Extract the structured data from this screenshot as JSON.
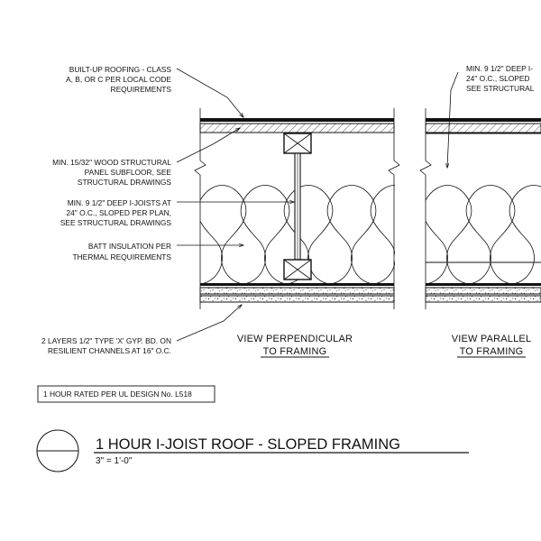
{
  "notes_left": {
    "roofing": [
      "BUILT-UP ROOFING - CLASS",
      "A, B, OR C PER LOCAL CODE",
      "REQUIREMENTS"
    ],
    "subfloor": [
      "MIN. 15/32\" WOOD STRUCTURAL",
      "PANEL SUBFLOOR, SEE",
      "STRUCTURAL DRAWINGS"
    ],
    "joists": [
      "MIN. 9 1/2\" DEEP I-JOISTS AT",
      "24\" O.C., SLOPED PER PLAN,",
      "SEE STRUCTURAL DRAWINGS"
    ],
    "insulation": [
      "BATT INSULATION PER",
      "THERMAL REQUIREMENTS"
    ],
    "gypsum": [
      "2 LAYERS 1/2\" TYPE 'X' GYP. BD. ON",
      "RESILIENT CHANNELS AT 16\" O.C."
    ]
  },
  "notes_right": {
    "joists": [
      "MIN. 9 1/2\" DEEP I-",
      "24\" O.C., SLOPED",
      "SEE STRUCTURAL"
    ]
  },
  "views": {
    "perpendicular": [
      "VIEW PERPENDICULAR",
      "TO FRAMING"
    ],
    "parallel": [
      "VIEW PARALLEL",
      "TO FRAMING"
    ]
  },
  "rating_box": "1 HOUR RATED PER UL DESIGN No. L518",
  "title": {
    "main": "1 HOUR I-JOIST ROOF - SLOPED FRAMING",
    "scale": "3\" = 1'-0\""
  }
}
